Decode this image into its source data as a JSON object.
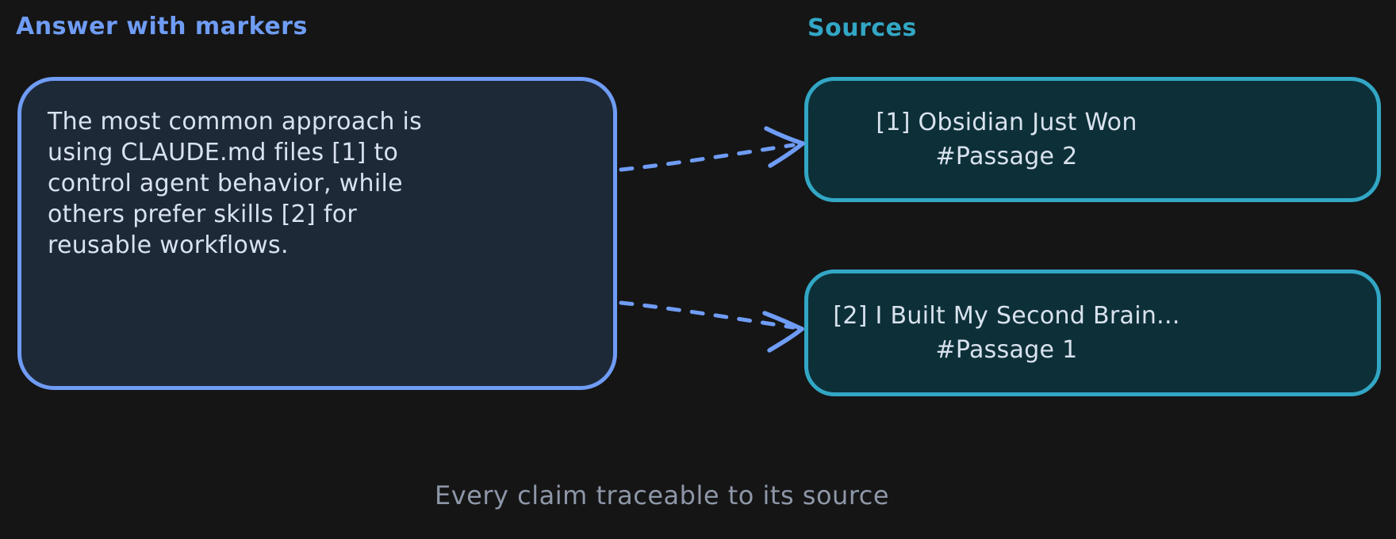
{
  "theme": {
    "bg": "#151515",
    "answer-accent": "#6f9cf5",
    "answer-fill": "#1e2938",
    "source-accent": "#32a7c5",
    "source-fill": "#0d3038",
    "text-light": "#d9e2ee",
    "caption-color": "#8e97a8",
    "arrow-color": "#6f9cf5"
  },
  "answer": {
    "title": "Answer with markers",
    "lines": [
      "The most common approach is",
      "using CLAUDE.md files [1] to",
      "control agent behavior, while",
      "others prefer skills [2] for",
      "reusable workflows."
    ]
  },
  "sources": {
    "title": "Sources",
    "items": [
      {
        "title": "[1] Obsidian Just Won",
        "passage": "#Passage 2"
      },
      {
        "title": "[2] I Built My Second Brain...",
        "passage": "#Passage 1"
      }
    ]
  },
  "caption": "Every claim traceable to its source"
}
